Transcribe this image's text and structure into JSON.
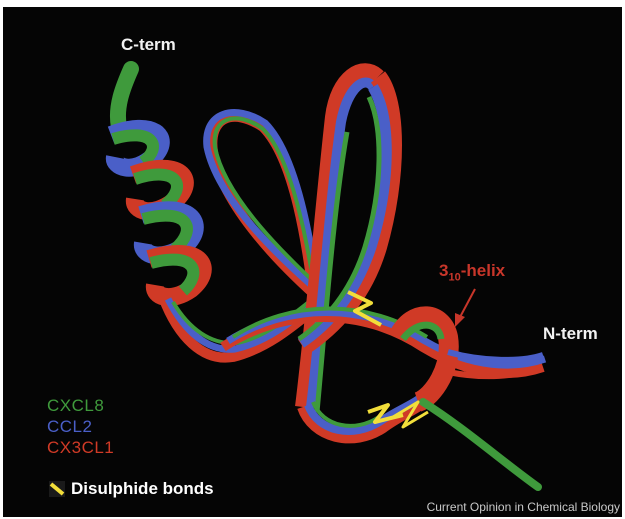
{
  "figure": {
    "labels": {
      "c_term": "C-term",
      "n_term": "N-term",
      "helix_prefix": "3",
      "helix_sub": "10",
      "helix_suffix": "-helix"
    },
    "legend": {
      "items": [
        {
          "name": "CXCL8",
          "color": "#3f9a3c"
        },
        {
          "name": "CCL2",
          "color": "#4a5fc8"
        },
        {
          "name": "CX3CL1",
          "color": "#d03a26"
        }
      ],
      "bonds_label": "Disulphide bonds",
      "bond_color": "#f2de3a"
    },
    "credit": "Current Opinion in Chemical Biology",
    "colors": {
      "background": "#050505",
      "green": "#3f9a3c",
      "blue": "#4a5fc8",
      "red": "#d03a26",
      "yellow": "#f2de3a"
    }
  }
}
